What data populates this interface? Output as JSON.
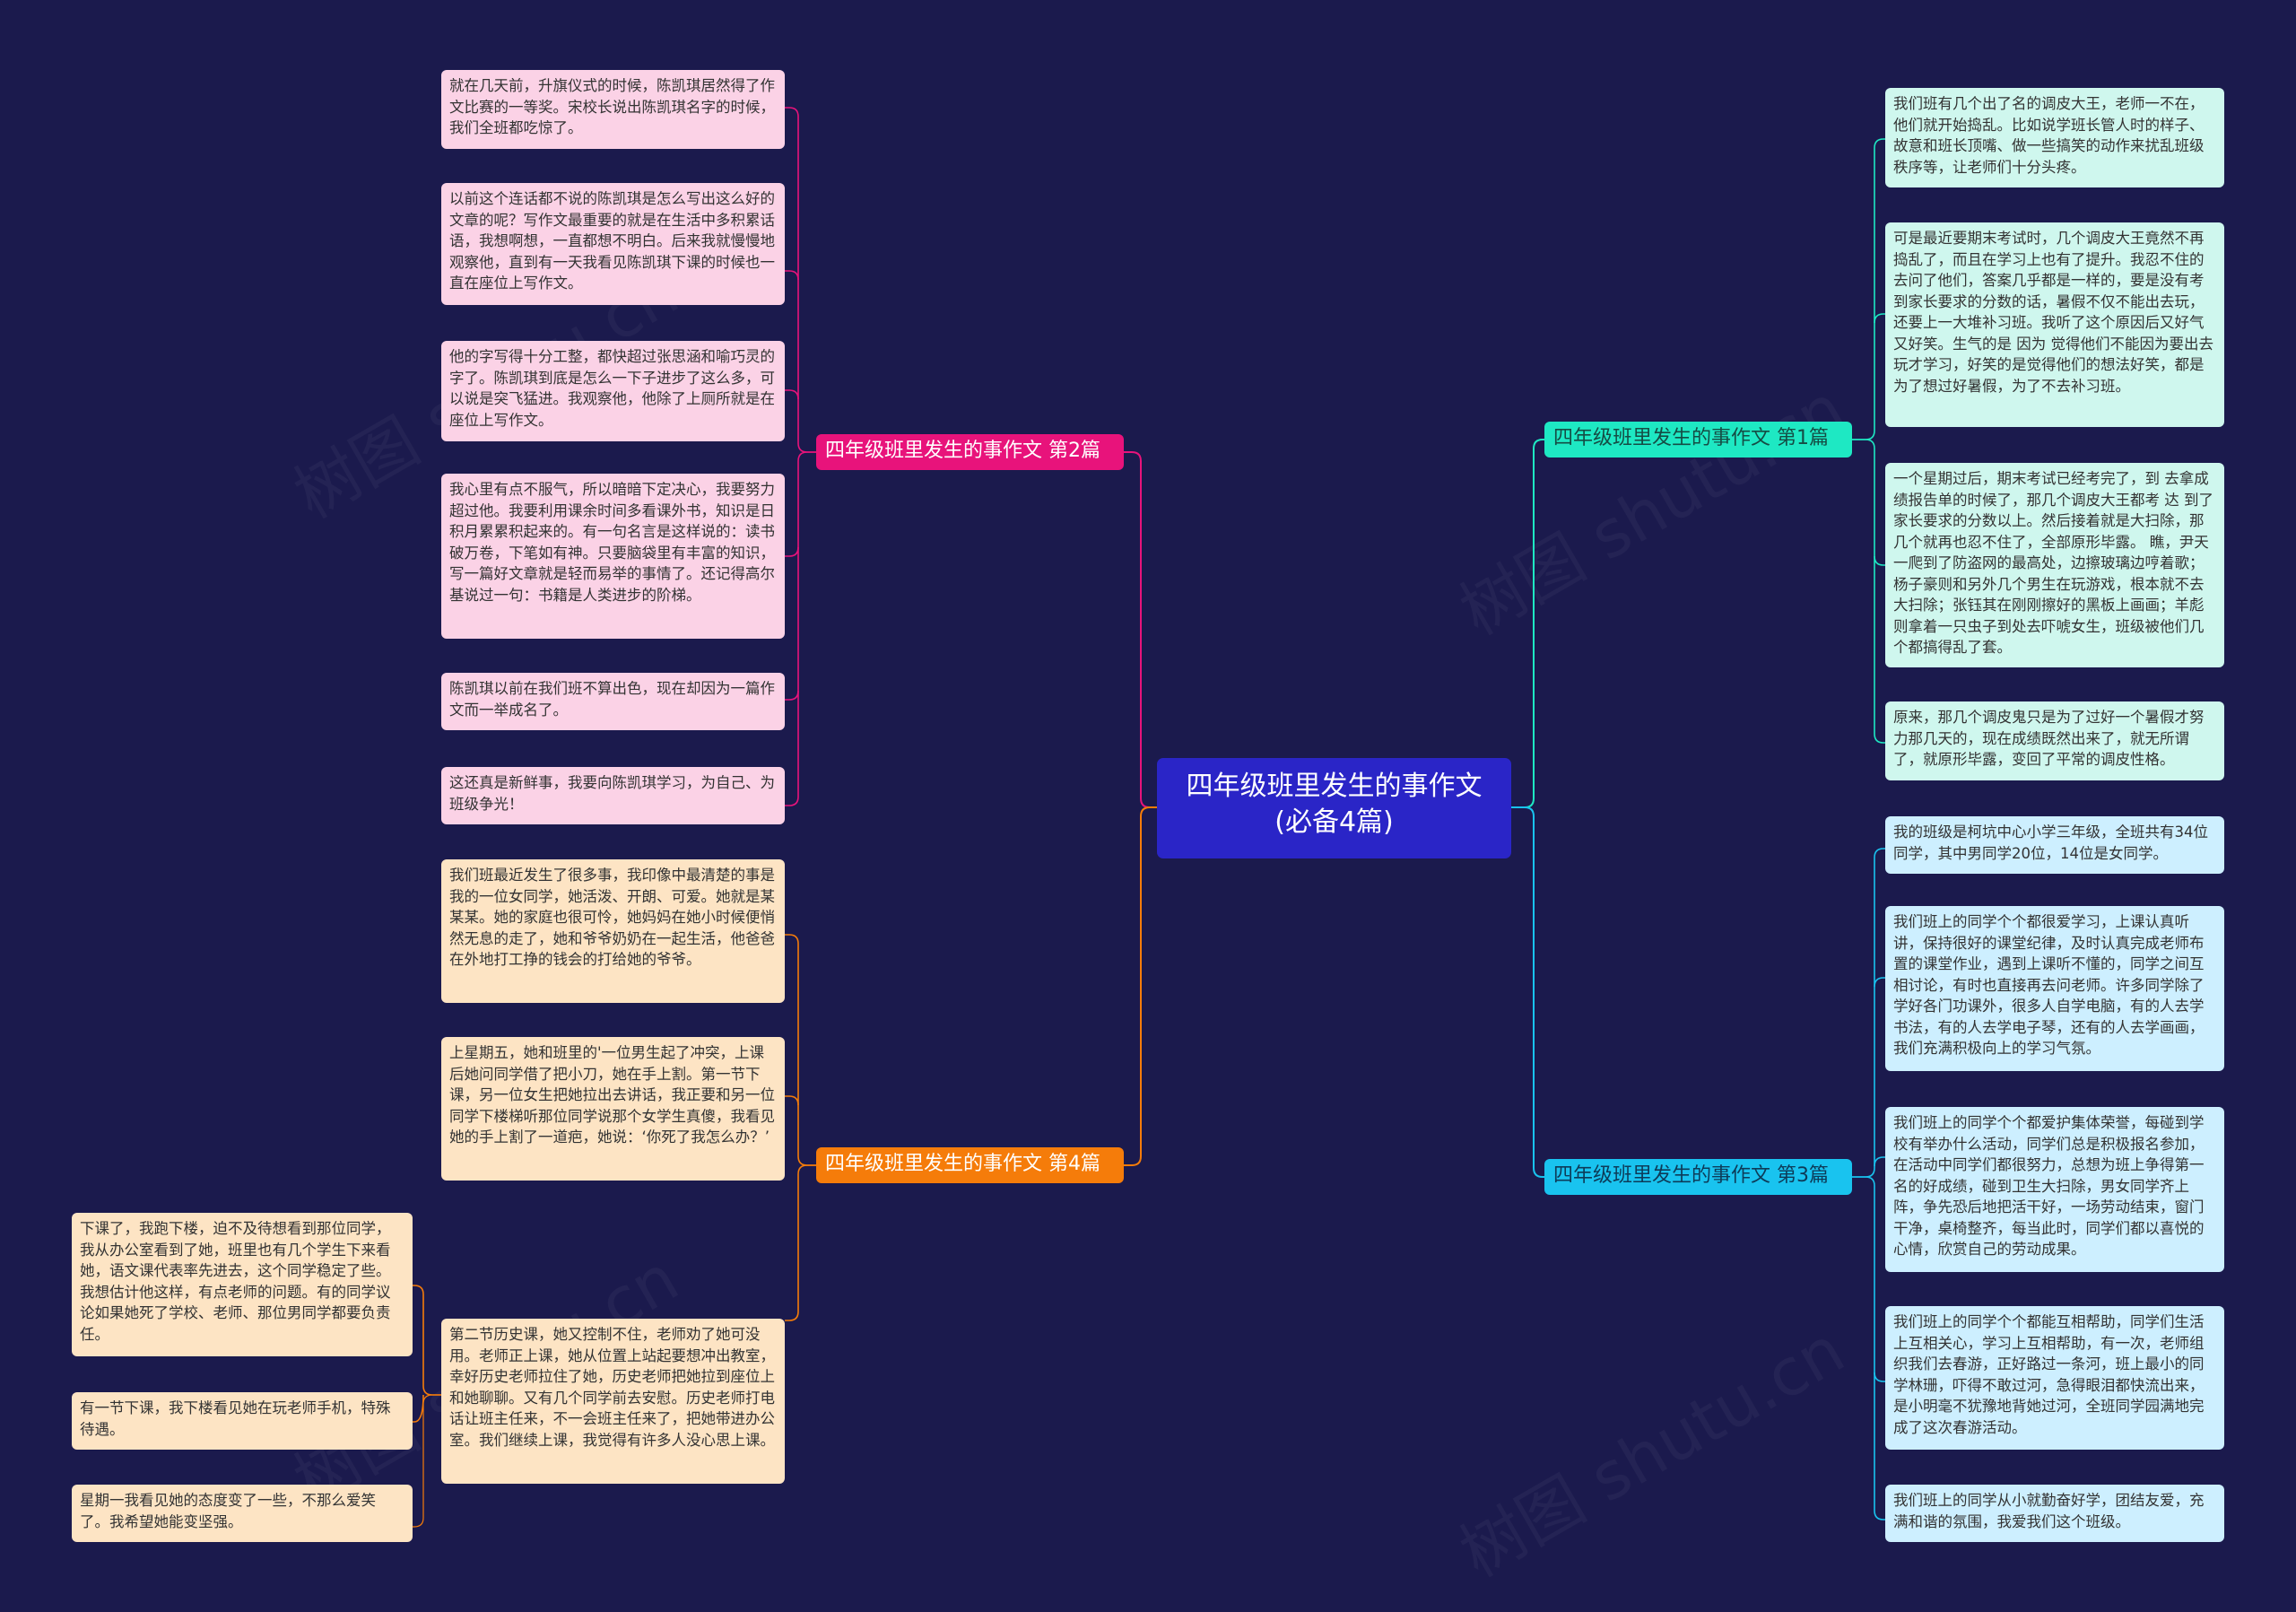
{
  "center": "四年级班里发生的事作文(必备4篇)",
  "watermark": "树图 shutu.cn",
  "colors": {
    "background": "#1b1a4d",
    "center": "#2a25c7",
    "branch1": "#1ee8c3",
    "branch2": "#e8137b",
    "branch3": "#19c3ef",
    "branch4": "#f57c0a"
  },
  "branches": {
    "b1": {
      "title": "四年级班里发生的事作文 第1篇",
      "items": [
        "我们班有几个出了名的调皮大王，老师一不在，他们就开始捣乱。比如说学班长管人时的样子、故意和班长顶嘴、做一些搞笑的动作来扰乱班级秩序等，让老师们十分头疼。",
        "可是最近要期末考试时，几个调皮大王竟然不再捣乱了，而且在学习上也有了提升。我忍不住的 去问了他们，答案几乎都是一样的，要是没有考到家长要求的分数的话，暑假不仅不能出去玩，还要上一大堆补习班。我听了这个原因后又好气又好笑。生气的是 因为 觉得他们不能因为要出去玩才学习，好笑的是觉得他们的想法好笑，都是为了想过好暑假，为了不去补习班。",
        "一个星期过后，期末考试已经考完了，到 去拿成绩报告单的时候了，那几个调皮大王都考 达 到了家长要求的分数以上。然后接着就是大扫除，那几个就再也忍不住了，全部原形毕露。 瞧，尹天一爬到了防盗网的最高处，边擦玻璃边哼着歌；杨子豪则和另外几个男生在玩游戏，根本就不去大扫除；张钰其在刚刚擦好的黑板上画画；羊彪则拿着一只虫子到处去吓唬女生，班级被他们几个都搞得乱了套。",
        "原来，那几个调皮鬼只是为了过好一个暑假才努力那几天的，现在成绩既然出来了，就无所谓了，就原形毕露，变回了平常的调皮性格。"
      ]
    },
    "b2": {
      "title": "四年级班里发生的事作文 第2篇",
      "items": [
        "就在几天前，升旗仪式的时候，陈凯琪居然得了作文比赛的一等奖。宋校长说出陈凯琪名字的时候，我们全班都吃惊了。",
        "以前这个连话都不说的陈凯琪是怎么写出这么好的文章的呢？写作文最重要的就是在生活中多积累话语，我想啊想，一直都想不明白。后来我就慢慢地观察他，直到有一天我看见陈凯琪下课的时候也一直在座位上写作文。",
        "他的字写得十分工整，都快超过张思涵和喻巧灵的字了。陈凯琪到底是怎么一下子进步了这么多，可以说是突飞猛进。我观察他，他除了上厕所就是在座位上写作文。",
        "我心里有点不服气，所以暗暗下定决心，我要努力超过他。我要利用课余时间多看课外书，知识是日积月累累积起来的。有一句名言是这样说的：读书破万卷，下笔如有神。只要脑袋里有丰富的知识，写一篇好文章就是轻而易举的事情了。还记得高尔基说过一句：书籍是人类进步的阶梯。",
        "陈凯琪以前在我们班不算出色，现在却因为一篇作文而一举成名了。",
        "这还真是新鲜事，我要向陈凯琪学习，为自己、为班级争光！"
      ]
    },
    "b3": {
      "title": "四年级班里发生的事作文 第3篇",
      "items": [
        "我的班级是柯坑中心小学三年级，全班共有34位同学，其中男同学20位，14位是女同学。",
        "我们班上的同学个个都很爱学习，上课认真听讲，保持很好的课堂纪律，及时认真完成老师布置的课堂作业，遇到上课听不懂的，同学之间互相讨论，有时也直接再去问老师。许多同学除了学好各门功课外，很多人自学电脑，有的人去学书法，有的人去学电子琴，还有的人去学画画，我们充满积极向上的学习气氛。",
        "我们班上的同学个个都爱护集体荣誉，每碰到学校有举办什么活动，同学们总是积极报名参加，在活动中同学们都很努力，总想为班上争得第一名的好成绩，碰到卫生大扫除，男女同学齐上阵，争先恐后地把活干好，一场劳动结束，窗门干净，桌椅整齐，每当此时，同学们都以喜悦的心情，欣赏自己的劳动成果。",
        "我们班上的同学个个都能互相帮助，同学们生活上互相关心，学习上互相帮助，有一次，老师组织我们去春游，正好路过一条河，班上最小的同学林珊，吓得不敢过河，急得眼泪都快流出来，是小明毫不犹豫地背她过河，全班同学园满地完成了这次春游活动。",
        "我们班上的同学从小就勤奋好学，团结友爱，充满和谐的氛围，我爱我们这个班级。"
      ]
    },
    "b4": {
      "title": "四年级班里发生的事作文 第4篇",
      "items": [
        "我们班最近发生了很多事，我印像中最清楚的事是我的一位女同学，她活泼、开朗、可爱。她就是某某某。她的家庭也很可怜，她妈妈在她小时候便悄然无息的走了，她和爷爷奶奶在一起生活，他爸爸在外地打工挣的钱会的打给她的爷爷。",
        "上星期五，她和班里的'一位男生起了冲突，上课后她问同学借了把小刀，她在手上割。第一节下课，另一位女生把她拉出去讲话，我正要和另一位同学下楼梯听那位同学说那个女学生真傻，我看见她的手上割了一道疤，她说：‘你死了我怎么办？’",
        "第二节历史课，她又控制不住，老师劝了她可没用。老师正上课，她从位置上站起要想冲出教室，幸好历史老师拉住了她，历史老师把她拉到座位上和她聊聊。又有几个同学前去安慰。历史老师打电话让班主任来，不一会班主任来了，把她带进办公室。我们继续上课，我觉得有许多人没心思上课。"
      ],
      "sub": [
        "下课了，我跑下楼，迫不及待想看到那位同学，我从办公室看到了她，班里也有几个学生下来看她，语文课代表率先进去，这个同学稳定了些。我想估计他这样，有点老师的问题。有的同学议论如果她死了学校、老师、那位男同学都要负责任。",
        "有一节下课，我下楼看见她在玩老师手机，特殊待遇。",
        "星期一我看见她的态度变了一些，不那么爱笑了。我希望她能变坚强。"
      ]
    }
  }
}
